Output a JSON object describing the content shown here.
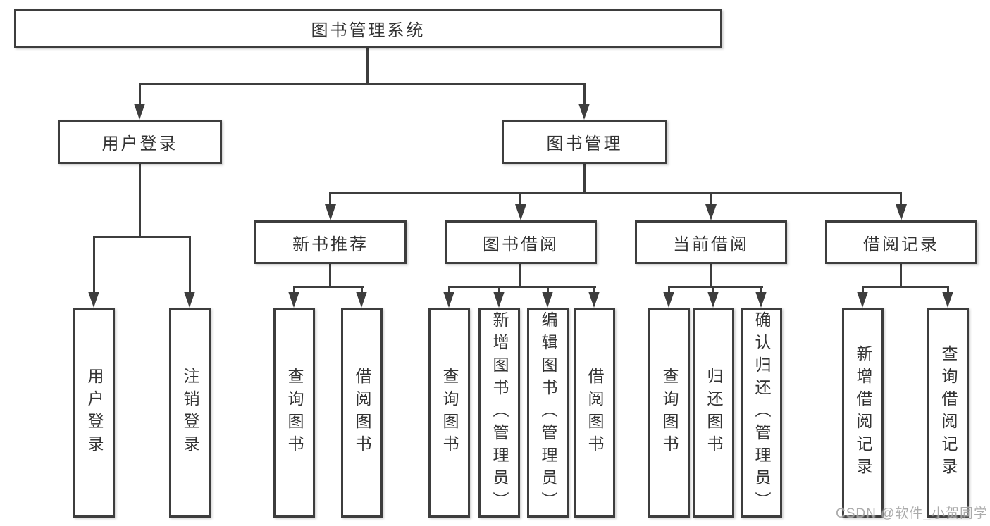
{
  "tree": {
    "label": "图书管理系统",
    "children": [
      {
        "label": "用户登录",
        "children": [
          {
            "label": "用户登录"
          },
          {
            "label": "注销登录"
          }
        ]
      },
      {
        "label": "图书管理",
        "children": [
          {
            "label": "新书推荐",
            "children": [
              {
                "label": "查询图书"
              },
              {
                "label": "借阅图书"
              }
            ]
          },
          {
            "label": "图书借阅",
            "children": [
              {
                "label": "查询图书"
              },
              {
                "label": "新增图书（管理员）"
              },
              {
                "label": "编辑图书（管理员）"
              },
              {
                "label": "借阅图书"
              }
            ]
          },
          {
            "label": "当前借阅",
            "children": [
              {
                "label": "查询图书"
              },
              {
                "label": "归还图书"
              },
              {
                "label": "确认归还（管理员）"
              }
            ]
          },
          {
            "label": "借阅记录",
            "children": [
              {
                "label": "新增借阅记录"
              },
              {
                "label": "查询借阅记录"
              }
            ]
          }
        ]
      }
    ]
  },
  "watermark": {
    "text": "CSDN @软件_小贺同学"
  },
  "colors": {
    "line": "#3d3d3d",
    "text": "#333333",
    "bg": "#ffffff",
    "watermark": "#a3a3a3"
  }
}
